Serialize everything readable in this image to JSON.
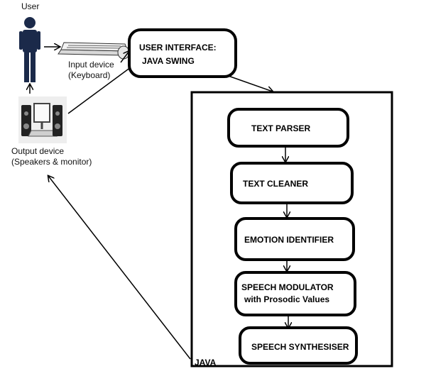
{
  "actors": {
    "user_label": "User",
    "input_device": [
      "Input device",
      "(Keyboard)"
    ],
    "output_device": [
      "Output device",
      "(Speakers & monitor)"
    ]
  },
  "ui_box": {
    "lines": [
      "USER INTERFACE:",
      "JAVA SWING"
    ]
  },
  "pipeline": {
    "container_label": "JAVA",
    "steps": [
      {
        "lines": [
          "TEXT PARSER"
        ]
      },
      {
        "lines": [
          "TEXT CLEANER"
        ]
      },
      {
        "lines": [
          "EMOTION IDENTIFIER"
        ]
      },
      {
        "lines": [
          "SPEECH MODULATOR",
          "with Prosodic Values"
        ]
      },
      {
        "lines": [
          "SPEECH SYNTHESISER"
        ]
      }
    ]
  },
  "colors": {
    "stroke": "#000000",
    "user_figure": "#1b2a4a",
    "background": "#ffffff"
  }
}
